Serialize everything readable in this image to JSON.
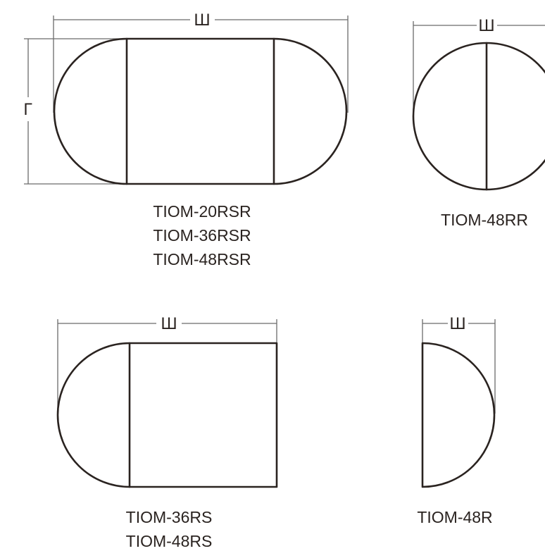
{
  "colors": {
    "outline": "#2a2320",
    "dimension": "#6b6b6b",
    "background": "#ffffff"
  },
  "diagrams": [
    {
      "id": "rsr",
      "width_label": "Ш",
      "length_label": "Г",
      "models": [
        "TIOM-20RSR",
        "TIOM-36RSR",
        "TIOM-48RSR"
      ]
    },
    {
      "id": "rr",
      "width_label": "Ш",
      "models": [
        "TIOM-48RR"
      ]
    },
    {
      "id": "rs",
      "width_label": "Ш",
      "models": [
        "TIOM-36RS",
        "TIOM-48RS"
      ]
    },
    {
      "id": "r",
      "width_label": "Ш",
      "models": [
        "TIOM-48R"
      ]
    }
  ]
}
